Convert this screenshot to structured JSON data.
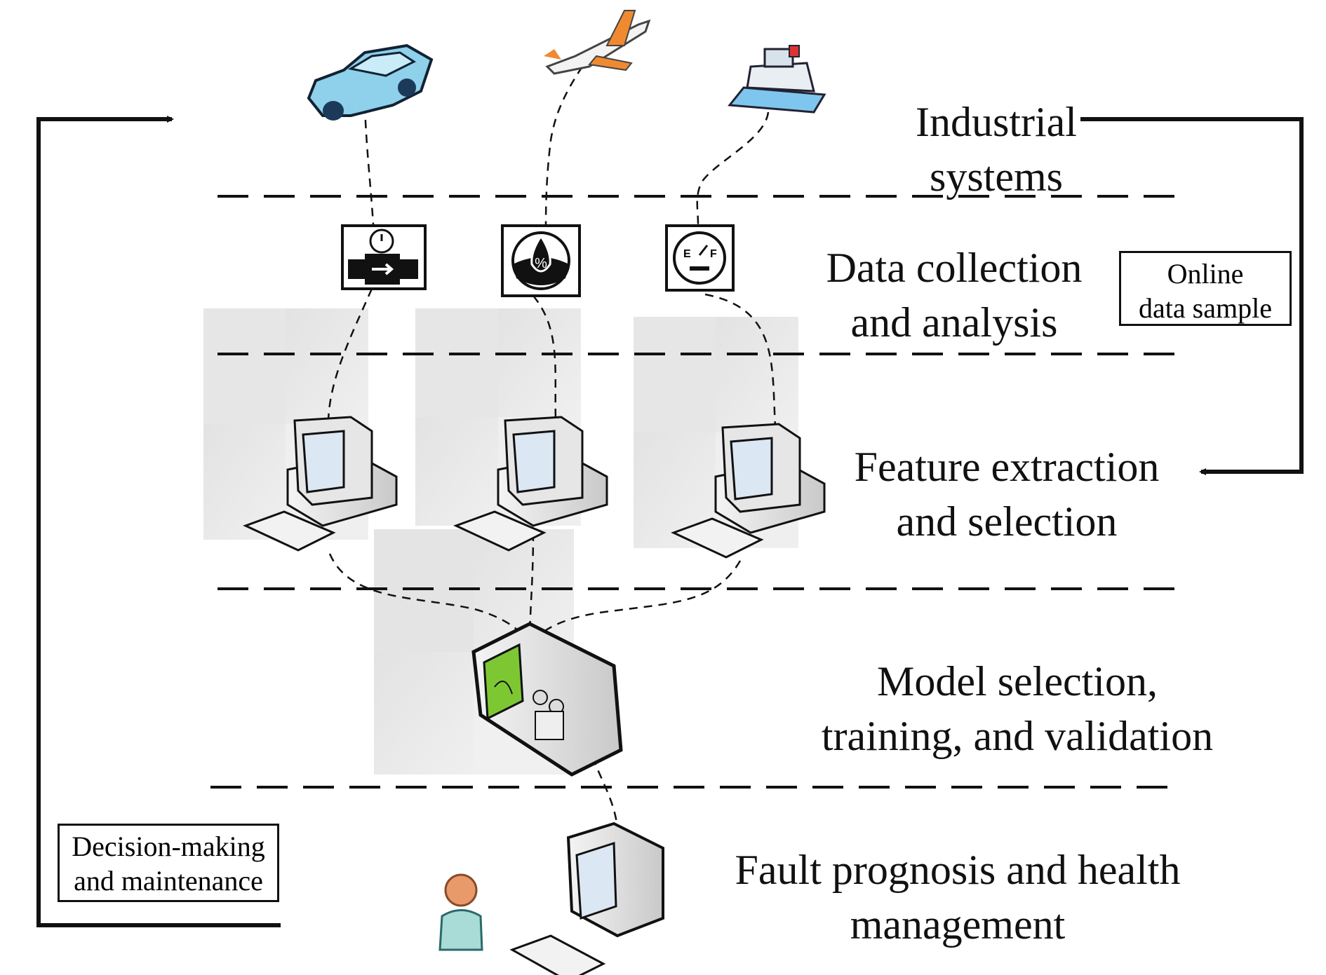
{
  "layers": {
    "industrial": [
      "Industrial",
      "systems"
    ],
    "data_collection": [
      "Data collection",
      "and analysis"
    ],
    "feature": [
      "Feature extraction",
      "and selection"
    ],
    "model": [
      "Model selection,",
      "training, and validation"
    ],
    "fault": [
      "Fault prognosis and health",
      "management"
    ]
  },
  "boxes": {
    "online": [
      "Online",
      "data sample"
    ],
    "decision": [
      "Decision-making",
      "and maintenance"
    ]
  },
  "icons": [
    "car-icon",
    "airplane-icon",
    "ship-icon",
    "flow-meter-icon",
    "humidity-sensor-icon",
    "fuel-gauge-icon",
    "desktop-computer-icon",
    "oscilloscope-icon",
    "workstation-icon",
    "operator-icon"
  ],
  "gauge_marks": {
    "empty": "E",
    "full": "F",
    "percent": "%"
  },
  "colors": {
    "car": "#8fd0ea",
    "plane_body": "#f3f3f3",
    "plane_accent": "#f08a30",
    "ship": "#7fc6ee",
    "screen_green": "#7dc832",
    "screen_blue": "#dbe7f3",
    "person_head": "#e89a6a",
    "person_body": "#a9dcd6"
  }
}
